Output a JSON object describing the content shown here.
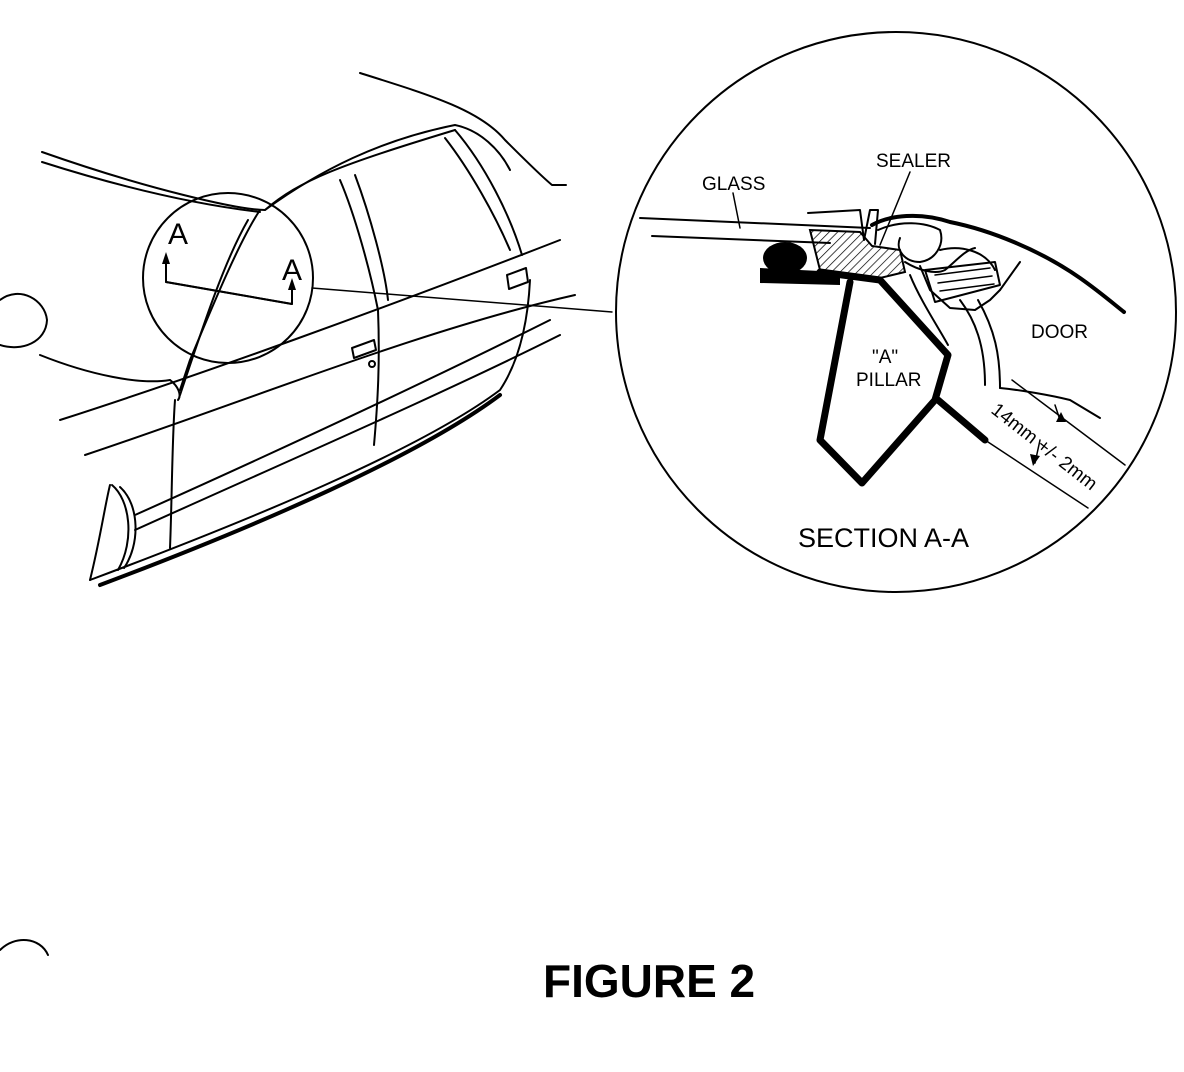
{
  "diagram": {
    "section_marks": {
      "left": "A",
      "right": "A"
    },
    "callouts": {
      "glass": "GLASS",
      "sealer": "SEALER",
      "pillar_line1": "\"A\"",
      "pillar_line2": "PILLAR",
      "door": "DOOR",
      "dimension": "14mm +/- 2mm"
    },
    "section_title": "SECTION A-A"
  },
  "figure_title": "FIGURE 2"
}
